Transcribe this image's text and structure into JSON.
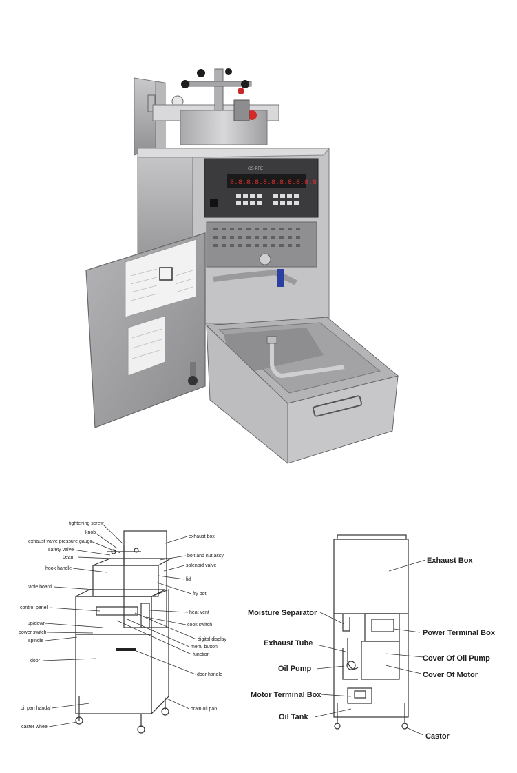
{
  "panel_text": {
    "brand": "GS  PFE",
    "display": "8.8.8.8.8.8.8.8.8.8.8"
  },
  "left_labels": {
    "tightening_screw": "tightening screw",
    "knob": "knob",
    "exhaust_valve_pressure_gauge": "exhaust valve pressure gauge",
    "safety_valve": "safety valve",
    "beam": "beam",
    "hook_handle": "hook handle",
    "table_board": "table board",
    "control_panel": "control panel",
    "up_down": "up/down",
    "power_switch": "power switch",
    "spindle": "spindle",
    "door": "door",
    "oil_pan_handal": "oil pan handal",
    "caster_wheel": "caster wheel",
    "exhaust_box": "exhaust box",
    "bolt_and_nut_assy": "bolt and nut assy",
    "solenoid_valve": "solenoid valve",
    "lid": "lid",
    "fry_pot": "fry pot",
    "heat_vent": "heat vent",
    "cook_switch": "cook switch",
    "digital_display": "digital display",
    "menu_button": "menu button",
    "function": "function",
    "door_handle": "door handle",
    "drain_oil_pan": "drain oil pan"
  },
  "right_labels": {
    "exhaust_box": "Exhaust Box",
    "moisture_separator": "Moisture Separator",
    "power_terminal_box": "Power Terminal Box",
    "exhaust_tube": "Exhaust Tube",
    "cover_of_oil_pump": "Cover Of Oil Pump",
    "oil_pump": "Oil Pump",
    "cover_of_motor": "Cover Of Motor",
    "motor_terminal_box": "Motor Terminal Box",
    "oil_tank": "Oil Tank",
    "castor": "Castor"
  }
}
